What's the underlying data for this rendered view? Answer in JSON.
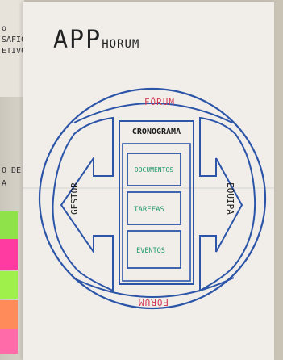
{
  "title": {
    "main": "APP",
    "sub": "HORUM"
  },
  "left_board_text": [
    "o",
    "SAFIO",
    "ETIVOS",
    "O DE",
    "A"
  ],
  "forum_top": "FÓRUM",
  "forum_bottom": "FÓRUM",
  "cronograma": "CRONOGRAMA",
  "boxes": [
    "DOCUMENTOS",
    "TAREFAS",
    "EVENTOS"
  ],
  "gestor": "GESTOR",
  "equipa": "EQUIPA",
  "colors": {
    "ink_blue": "#2c55a8",
    "ink_red": "#d13a55",
    "ink_green": "#1f9a6a",
    "ink_black": "#1a1a1a"
  }
}
